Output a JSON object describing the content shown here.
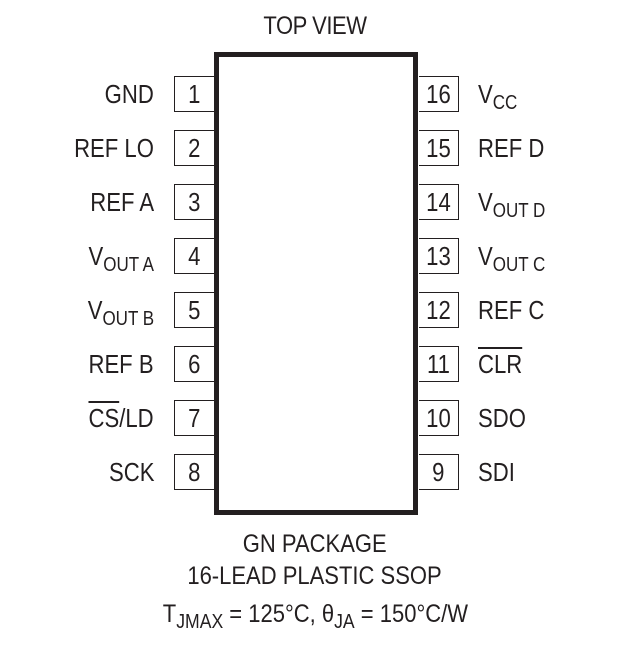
{
  "diagram": {
    "title": "TOP VIEW",
    "package": {
      "line1": "GN PACKAGE",
      "line2": "16-LEAD PLASTIC SSOP",
      "thermal": {
        "tj_symbol": "T",
        "tj_sub": "JMAX",
        "tj_value": " = 125°C, ",
        "theta_symbol": "θ",
        "theta_sub": "JA",
        "theta_value": " = 150°C/W"
      }
    },
    "left_pins": [
      {
        "number": "1",
        "name": "GND",
        "sub": "",
        "overline": ""
      },
      {
        "number": "2",
        "name": "REF LO",
        "sub": "",
        "overline": ""
      },
      {
        "number": "3",
        "name": "REF A",
        "sub": "",
        "overline": ""
      },
      {
        "number": "4",
        "name": "V",
        "sub": "OUT A",
        "overline": ""
      },
      {
        "number": "5",
        "name": "V",
        "sub": "OUT B",
        "overline": ""
      },
      {
        "number": "6",
        "name": "REF B",
        "sub": "",
        "overline": ""
      },
      {
        "number": "7",
        "name": "/LD",
        "sub": "",
        "overline": "CS"
      },
      {
        "number": "8",
        "name": "SCK",
        "sub": "",
        "overline": ""
      }
    ],
    "right_pins": [
      {
        "number": "16",
        "name": "V",
        "sub": "CC",
        "overline": ""
      },
      {
        "number": "15",
        "name": "REF D",
        "sub": "",
        "overline": ""
      },
      {
        "number": "14",
        "name": "V",
        "sub": "OUT D",
        "overline": ""
      },
      {
        "number": "13",
        "name": "V",
        "sub": "OUT C",
        "overline": ""
      },
      {
        "number": "12",
        "name": "REF C",
        "sub": "",
        "overline": ""
      },
      {
        "number": "11",
        "name": "",
        "sub": "",
        "overline": "CLR"
      },
      {
        "number": "10",
        "name": "SDO",
        "sub": "",
        "overline": ""
      },
      {
        "number": "9",
        "name": "SDI",
        "sub": "",
        "overline": ""
      }
    ]
  }
}
